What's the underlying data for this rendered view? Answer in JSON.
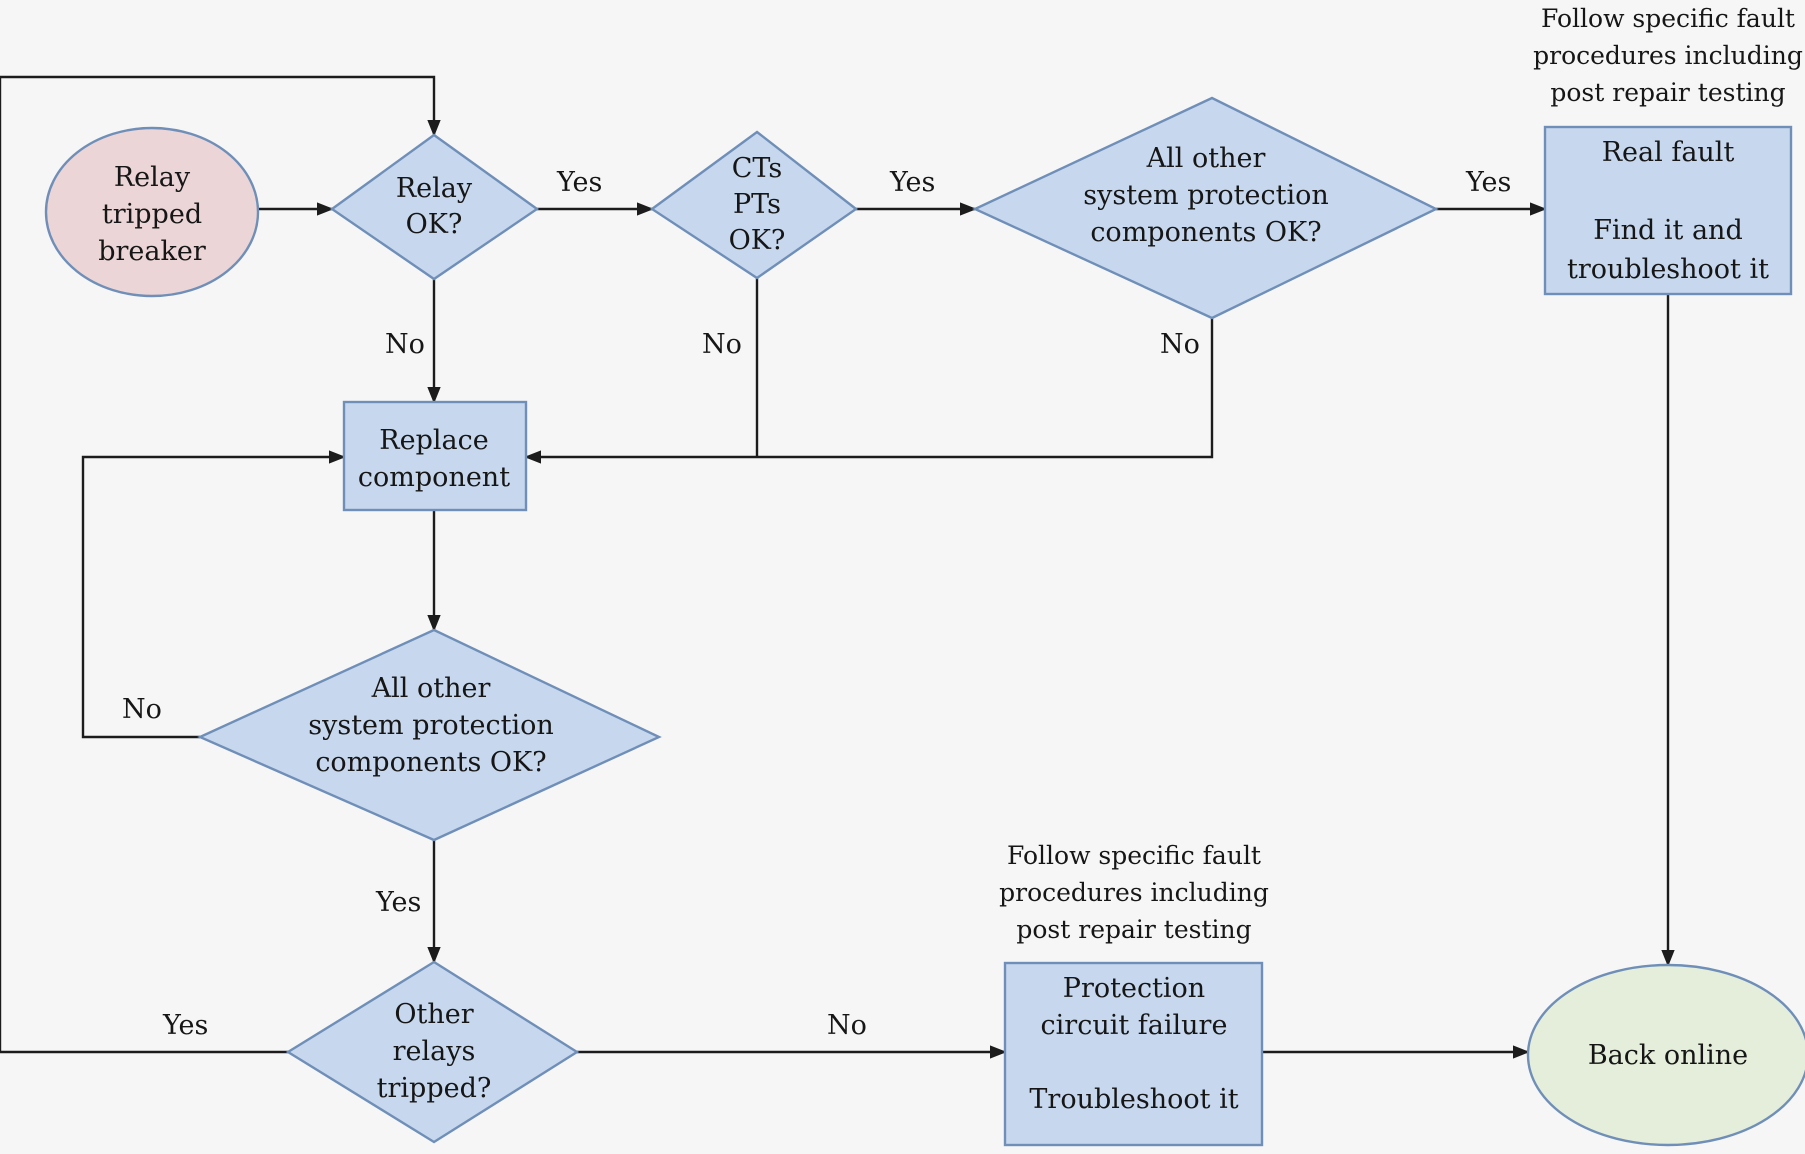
{
  "diagram": {
    "nodes": {
      "start": {
        "lines": [
          "Relay",
          "tripped",
          "breaker"
        ],
        "fill": "#ecd5d7"
      },
      "relay_ok": {
        "lines": [
          "Relay",
          "OK?"
        ],
        "fill": "#c7d8ee"
      },
      "ct_pt_ok": {
        "lines": [
          "CTs",
          "PTs",
          "OK?"
        ],
        "fill": "#c7d8ee"
      },
      "all_ok_top": {
        "lines": [
          "All other",
          "system protection",
          "components OK?"
        ],
        "fill": "#c7d8ee"
      },
      "real_fault": {
        "lines": [
          "Real fault",
          "",
          "Find it and",
          "troubleshoot it"
        ],
        "fill": "#c7d8ee"
      },
      "replace": {
        "lines": [
          "Replace",
          "component"
        ],
        "fill": "#c7d8ee"
      },
      "all_ok_mid": {
        "lines": [
          "All other",
          "system protection",
          "components OK?"
        ],
        "fill": "#c7d8ee"
      },
      "other_relays": {
        "lines": [
          "Other",
          "relays",
          "tripped?"
        ],
        "fill": "#c7d8ee"
      },
      "protection_failure": {
        "lines": [
          "Protection",
          "circuit failure",
          "",
          "Troubleshoot it"
        ],
        "fill": "#c7d8ee"
      },
      "back_online": {
        "lines": [
          "Back online"
        ],
        "fill": "#e4eedb"
      }
    },
    "notes": {
      "top_right": [
        "Follow specific fault",
        "procedures including",
        "post repair testing"
      ],
      "bottom_mid": [
        "Follow specific fault",
        "procedures including",
        "post repair testing"
      ]
    },
    "edge_labels": {
      "relay_yes": "Yes",
      "relay_no": "No",
      "ctpt_yes": "Yes",
      "ctpt_no": "No",
      "alltop_yes": "Yes",
      "alltop_no": "No",
      "allmid_no": "No",
      "allmid_yes": "Yes",
      "other_yes": "Yes",
      "other_no": "No"
    },
    "colors": {
      "stroke": "#6f8fb8",
      "line": "#1c1c1c"
    }
  }
}
